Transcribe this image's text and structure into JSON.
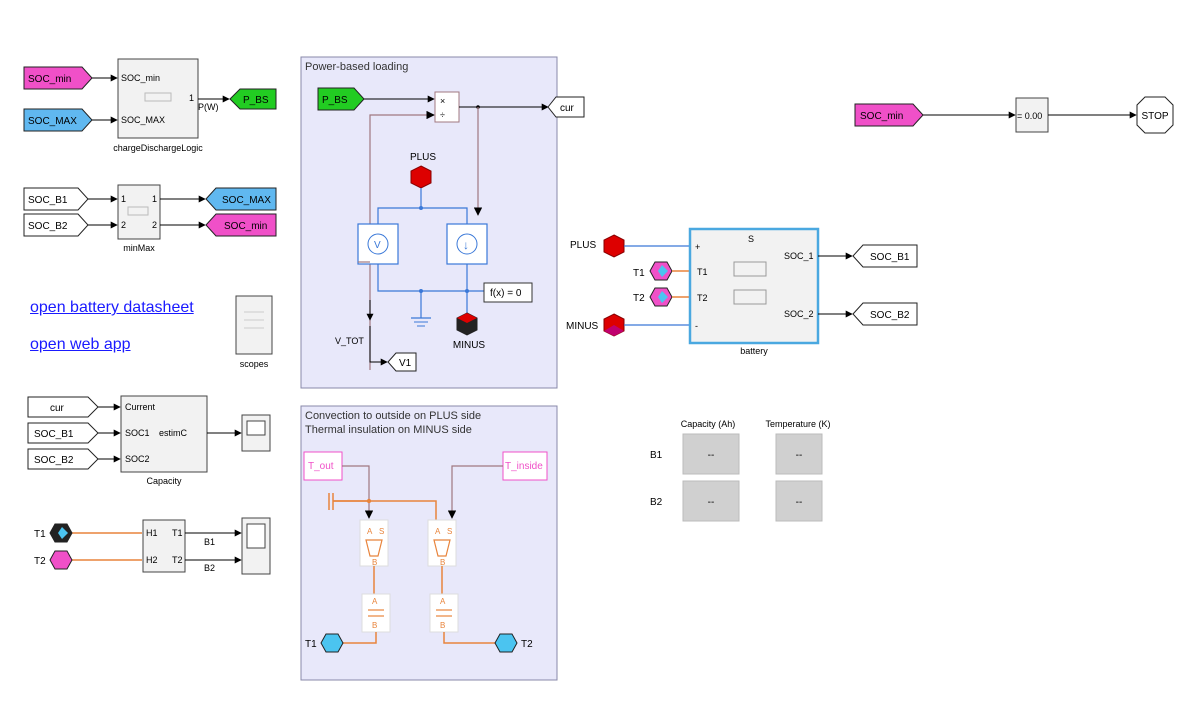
{
  "colors": {
    "magenta_tag": "#f050c8",
    "blue_tag": "#60b8f0",
    "green_tag": "#22cc22",
    "red_port": "#dd0000",
    "orange_line": "#e8843c",
    "mauve_line": "#a07880",
    "blue_line": "#3a78d8",
    "panel_fill": "#e8e8fa",
    "link_color": "#1a1aff",
    "display_fill": "#d0d0d0"
  },
  "tags": {
    "soc_min": "SOC_min",
    "soc_max": "SOC_MAX",
    "soc_b1": "SOC_B1",
    "soc_b2": "SOC_B2",
    "p_bs": "P_BS",
    "cur": "cur",
    "v1": "V1",
    "t_out": "T_out",
    "t_inside": "T_inside"
  },
  "ports": {
    "plus": "PLUS",
    "minus": "MINUS",
    "t1": "T1",
    "t2": "T2",
    "b1": "B1",
    "b2": "B2",
    "in1": "1",
    "in2": "2",
    "out1": "1",
    "out2": "2"
  },
  "blocks": {
    "charge_logic": {
      "name": "chargeDischargeLogic",
      "in_min": "SOC_min",
      "in_max": "SOC_MAX",
      "out_num": "1",
      "out_label": "P(W)"
    },
    "minmax": {
      "name": "minMax"
    },
    "scopes": {
      "name": "scopes"
    },
    "capacity": {
      "name": "Capacity",
      "in_current": "Current",
      "in_soc1": "SOC1",
      "in_soc2": "SOC2",
      "center": "estimC"
    },
    "temp_sensor": {
      "in_h1": "H1",
      "in_h2": "H2",
      "out_t1": "T1",
      "out_t2": "T2"
    },
    "battery": {
      "name": "battery",
      "top": "S",
      "in_plus": "+",
      "in_minus": "-",
      "out_soc1": "SOC_1",
      "out_soc2": "SOC_2"
    },
    "compare": {
      "value": "= 0.00"
    },
    "stop": {
      "label": "STOP"
    },
    "solver": {
      "label": "f(x) = 0"
    },
    "voltmeter": {
      "symbol": "V"
    },
    "current_source": {
      "symbol": "↓"
    },
    "v_tot": {
      "label": "V_TOT"
    },
    "convection": {
      "port_a": "A",
      "port_b": "B",
      "port_s": "S"
    },
    "insulation": {
      "port_a": "A",
      "port_b": "B"
    },
    "product": {
      "times": "×",
      "div": "÷"
    }
  },
  "panels": {
    "power": {
      "title": "Power-based loading"
    },
    "thermal": {
      "title_line1": "Convection to outside on PLUS side",
      "title_line2": "Thermal insulation on MINUS side"
    }
  },
  "links": {
    "datasheet": "open battery datasheet",
    "webapp": "open web app"
  },
  "display_table": {
    "col_capacity": "Capacity (Ah)",
    "col_temperature": "Temperature (K)",
    "row_b1": "B1",
    "row_b2": "B2",
    "cells": [
      [
        "--",
        "--"
      ],
      [
        "--",
        "--"
      ]
    ]
  }
}
